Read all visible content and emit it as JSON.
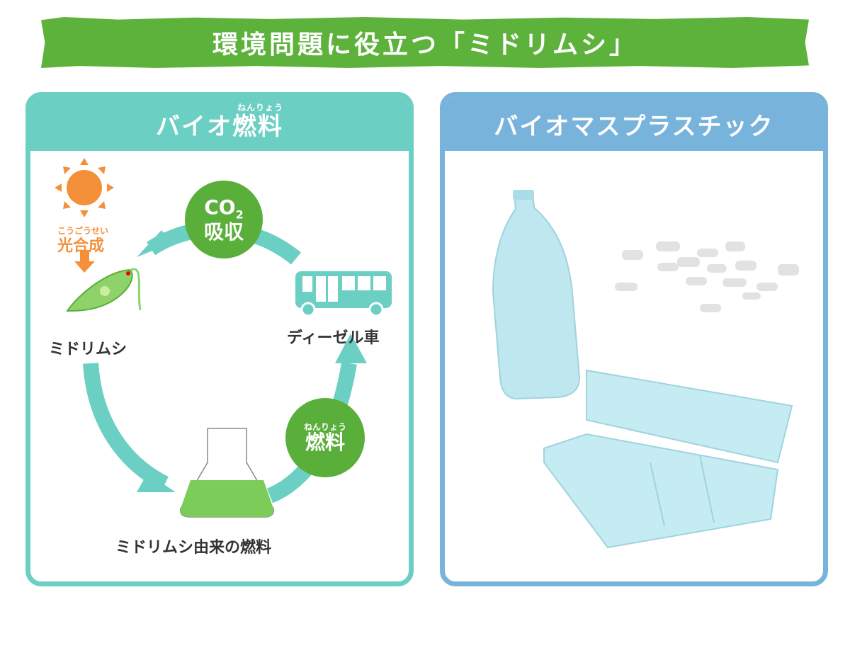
{
  "banner": {
    "title": "環境問題に役立つ「ミドリムシ」"
  },
  "left_panel": {
    "title": "バイオ燃料",
    "title_ruby": "ねんりょう",
    "photosynthesis": {
      "label": "光合成",
      "ruby": "こうごうせい"
    },
    "euglena_label": "ミドリムシ",
    "co2_badge": {
      "line1": "CO",
      "sub": "2",
      "line2": "吸収"
    },
    "bus_label": "ディーゼル車",
    "fuel_badge": {
      "label": "燃料",
      "ruby": "ねんりょう"
    },
    "flask_label": "ミドリムシ由来の燃料"
  },
  "right_panel": {
    "title": "バイオマスプラスチック"
  },
  "colors": {
    "banner": "#5db23c",
    "teal": "#6ccfc3",
    "blue": "#77b3db",
    "badge_green": "#5aae3a",
    "orange": "#f5903a"
  }
}
